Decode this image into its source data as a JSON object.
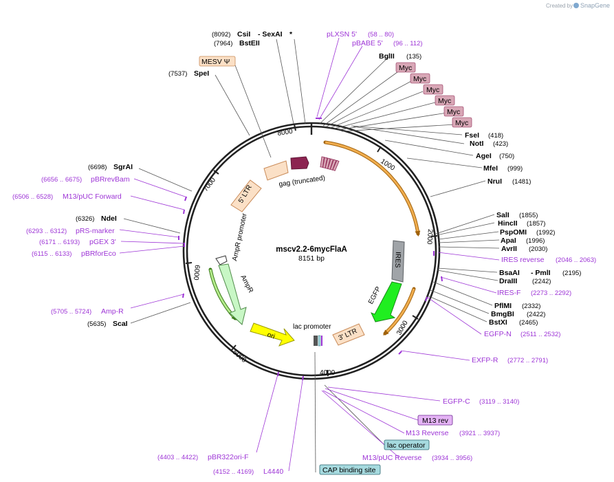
{
  "credit": {
    "prefix": "Created by",
    "brand": "SnapGene"
  },
  "plasmid": {
    "name": "mscv2.2-6mycFlaA",
    "size_label": "8151 bp"
  },
  "ticks": [
    "1000",
    "2000",
    "3000",
    "4000",
    "5000",
    "6000",
    "7000",
    "8000"
  ],
  "features": {
    "gag": "gag (truncated)",
    "ltr5": "5' LTR",
    "ltr3": "3' LTR",
    "ampr_promoter": "AmpR promoter",
    "ampr": "AmpR",
    "ori": "ori",
    "lac_promoter": "lac promoter",
    "ires": "IRES",
    "egfp": "EGFP"
  },
  "boxed_labels": {
    "mesv": "MESV Ψ",
    "myc": [
      "Myc",
      "Myc",
      "Myc",
      "Myc",
      "Myc",
      "Myc"
    ],
    "m13rev": "M13 rev",
    "lac_operator": "lac operator",
    "cap_site": "CAP binding site"
  },
  "enzymes": {
    "csii": {
      "pos": "(8092)",
      "name": "CsiI",
      "extra": "- SexAI",
      "star": "*"
    },
    "bsteii": {
      "pos": "(7964)",
      "name": "BstEII"
    },
    "spei": {
      "pos": "(7537)",
      "name": "SpeI"
    },
    "bglii": {
      "name": "BglII",
      "pos": "(135)"
    },
    "fsei": {
      "name": "FseI",
      "pos": "(418)"
    },
    "noti": {
      "name": "NotI",
      "pos": "(423)"
    },
    "agei": {
      "name": "AgeI",
      "pos": "(750)"
    },
    "mfei": {
      "name": "MfeI",
      "pos": "(999)"
    },
    "nrui": {
      "name": "NruI",
      "pos": "(1481)"
    },
    "sali": {
      "name": "SalI",
      "pos": "(1855)"
    },
    "hincii": {
      "name": "HincII",
      "pos": "(1857)"
    },
    "pspomi": {
      "name": "PspOMI",
      "pos": "(1992)"
    },
    "apai": {
      "name": "ApaI",
      "pos": "(1996)"
    },
    "avrii": {
      "name": "AvrII",
      "pos": "(2030)"
    },
    "bsaai": {
      "name": "BsaAI",
      "extra": "- PmlI",
      "pos": "(2195)"
    },
    "draiii": {
      "name": "DraIII",
      "pos": "(2242)"
    },
    "pflmi": {
      "name": "PflMI",
      "pos": "(2332)"
    },
    "bmgbi": {
      "name": "BmgBI",
      "pos": "(2422)"
    },
    "bstxi": {
      "name": "BstXI",
      "pos": "(2465)"
    },
    "sgrai": {
      "pos": "(6698)",
      "name": "SgrAI"
    },
    "ndei": {
      "pos": "(6326)",
      "name": "NdeI"
    },
    "scai": {
      "pos": "(5635)",
      "name": "ScaI"
    }
  },
  "primers": {
    "plxsn": {
      "name": "pLXSN 5'",
      "pos": "(58 .. 80)"
    },
    "pbabe": {
      "name": "pBABE 5'",
      "pos": "(96 .. 112)"
    },
    "ires_rev": {
      "name": "IRES reverse",
      "pos": "(2046 .. 2063)"
    },
    "ires_f": {
      "name": "IRES-F",
      "pos": "(2273 .. 2292)"
    },
    "egfp_n": {
      "name": "EGFP-N",
      "pos": "(2511 .. 2532)"
    },
    "exfp_r": {
      "name": "EXFP-R",
      "pos": "(2772 .. 2791)"
    },
    "egfp_c": {
      "name": "EGFP-C",
      "pos": "(3119 .. 3140)"
    },
    "m13_reverse": {
      "name": "M13 Reverse",
      "pos": "(3921 .. 3937)"
    },
    "m13puc_reverse": {
      "name": "M13/pUC Reverse",
      "pos": "(3934 .. 3956)"
    },
    "pbr322ori": {
      "pos": "(4403 .. 4422)",
      "name": "pBR322ori-F"
    },
    "l4440": {
      "pos": "(4152 .. 4169)",
      "name": "L4440"
    },
    "pbrrevbam": {
      "pos": "(6656 .. 6675)",
      "name": "pBRrevBam"
    },
    "m13puc_fwd": {
      "pos": "(6506 .. 6528)",
      "name": "M13/pUC Forward"
    },
    "prs": {
      "pos": "(6293 .. 6312)",
      "name": "pRS-marker"
    },
    "pgex": {
      "pos": "(6171 .. 6193)",
      "name": "pGEX 3'"
    },
    "pbrforeco": {
      "pos": "(6115 .. 6133)",
      "name": "pBRforEco"
    },
    "ampr_primer": {
      "pos": "(5705 .. 5724)",
      "name": "Amp-R"
    }
  },
  "colors": {
    "backbone": "#222222",
    "primer": "#9d34d6",
    "gag": "#8c2451",
    "myc": "#d8a7b6",
    "ltr": "#fbe0c6",
    "mesv": "#fbe0c6",
    "ampr": "#c8f7c5",
    "ori": "#ffff00",
    "ires": "#a0a4a8",
    "egfp": "#20ee20",
    "orf": "#f0ad4e",
    "m13rev": "#e4b3f5",
    "lac_operator": "#a6dadf",
    "cap_site": "#a6dadf"
  }
}
